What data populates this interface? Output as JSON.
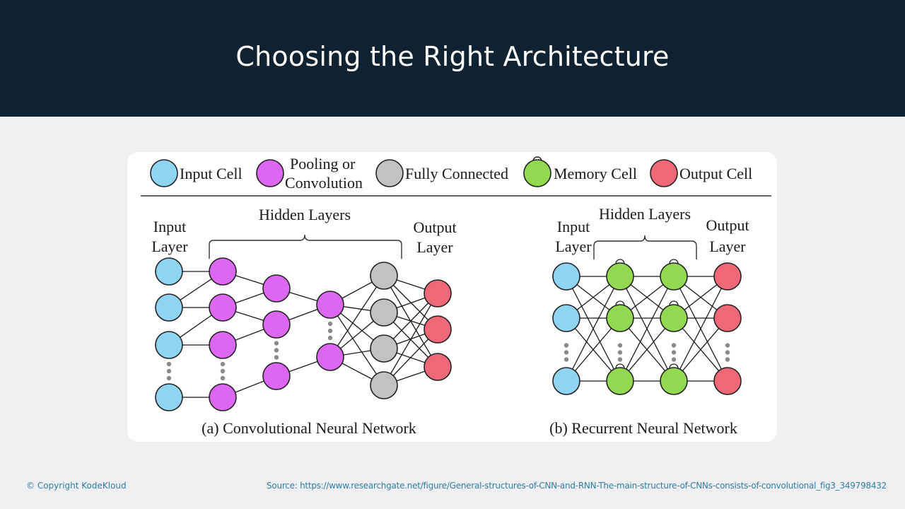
{
  "slide": {
    "title": "Choosing the Right Architecture"
  },
  "legend": {
    "items": [
      {
        "key": "input",
        "label": "Input Cell",
        "color": "#8fd4f2"
      },
      {
        "key": "pool",
        "label_line1": "Pooling or",
        "label_line2": "Convolution",
        "color": "#dd66f2"
      },
      {
        "key": "fc",
        "label": "Fully Connected",
        "color": "#c2c2c2"
      },
      {
        "key": "memory",
        "label": "Memory Cell",
        "color": "#92d850"
      },
      {
        "key": "output",
        "label": "Output Cell",
        "color": "#ee6878"
      }
    ]
  },
  "cnn": {
    "input_label_1": "Input",
    "input_label_2": "Layer",
    "hidden_label": "Hidden Layers",
    "output_label_1": "Output",
    "output_label_2": "Layer",
    "caption": "(a) Convolutional Neural Network",
    "layers": [
      {
        "name": "input",
        "type": "input",
        "nodes": 4,
        "ellipsis_after": 3
      },
      {
        "name": "conv1",
        "type": "pool",
        "nodes": 4,
        "ellipsis_after": 3
      },
      {
        "name": "conv2",
        "type": "pool",
        "nodes": 3,
        "ellipsis_after": 2
      },
      {
        "name": "conv3",
        "type": "pool",
        "nodes": 2,
        "ellipsis_after": 1
      },
      {
        "name": "fully-connected",
        "type": "fc",
        "nodes": 4
      },
      {
        "name": "output",
        "type": "output",
        "nodes": 3
      }
    ]
  },
  "rnn": {
    "input_label_1": "Input",
    "input_label_2": "Layer",
    "hidden_label": "Hidden Layers",
    "output_label_1": "Output",
    "output_label_2": "Layer",
    "caption": "(b) Recurrent Neural Network",
    "layers": [
      {
        "name": "input",
        "type": "input",
        "nodes": 3,
        "ellipsis_after": 2
      },
      {
        "name": "hidden1",
        "type": "memory",
        "nodes": 3,
        "ellipsis_after": 2
      },
      {
        "name": "hidden2",
        "type": "memory",
        "nodes": 3,
        "ellipsis_after": 2
      },
      {
        "name": "output",
        "type": "output",
        "nodes": 3,
        "ellipsis_after": 2
      }
    ]
  },
  "footer": {
    "copyright": "© Copyright KodeKloud",
    "source": "Source: https://www.researchgate.net/figure/General-structures-of-CNN-and-RNN-The-main-structure-of-CNNs-consists-of-convolutional_fig3_349798432"
  }
}
